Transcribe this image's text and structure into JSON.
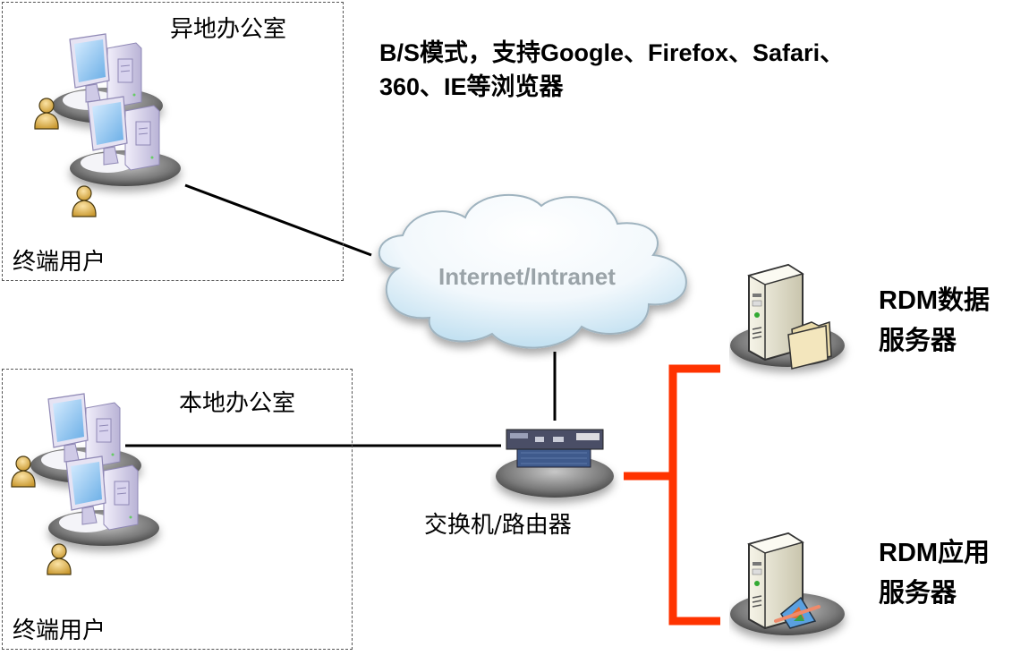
{
  "remote_office": {
    "title": "异地办公室",
    "users_label": "终端用户"
  },
  "local_office": {
    "title": "本地办公室",
    "users_label": "终端用户"
  },
  "browser_note": {
    "line1": "B/S模式，支持Google、Firefox、Safari、",
    "line2": "360、IE等浏览器"
  },
  "network": {
    "cloud_label": "Internet/Intranet",
    "switch_label": "交换机/路由器"
  },
  "servers": [
    {
      "line1": "RDM数据",
      "line2": "服务器",
      "icon": "database-server-folder-icon"
    },
    {
      "line1": "RDM应用",
      "line2": "服务器",
      "icon": "application-server-icon"
    }
  ],
  "colors": {
    "server_link": "#ff3300",
    "network_link": "#000000",
    "cloud_text": "#9aa3a8"
  }
}
